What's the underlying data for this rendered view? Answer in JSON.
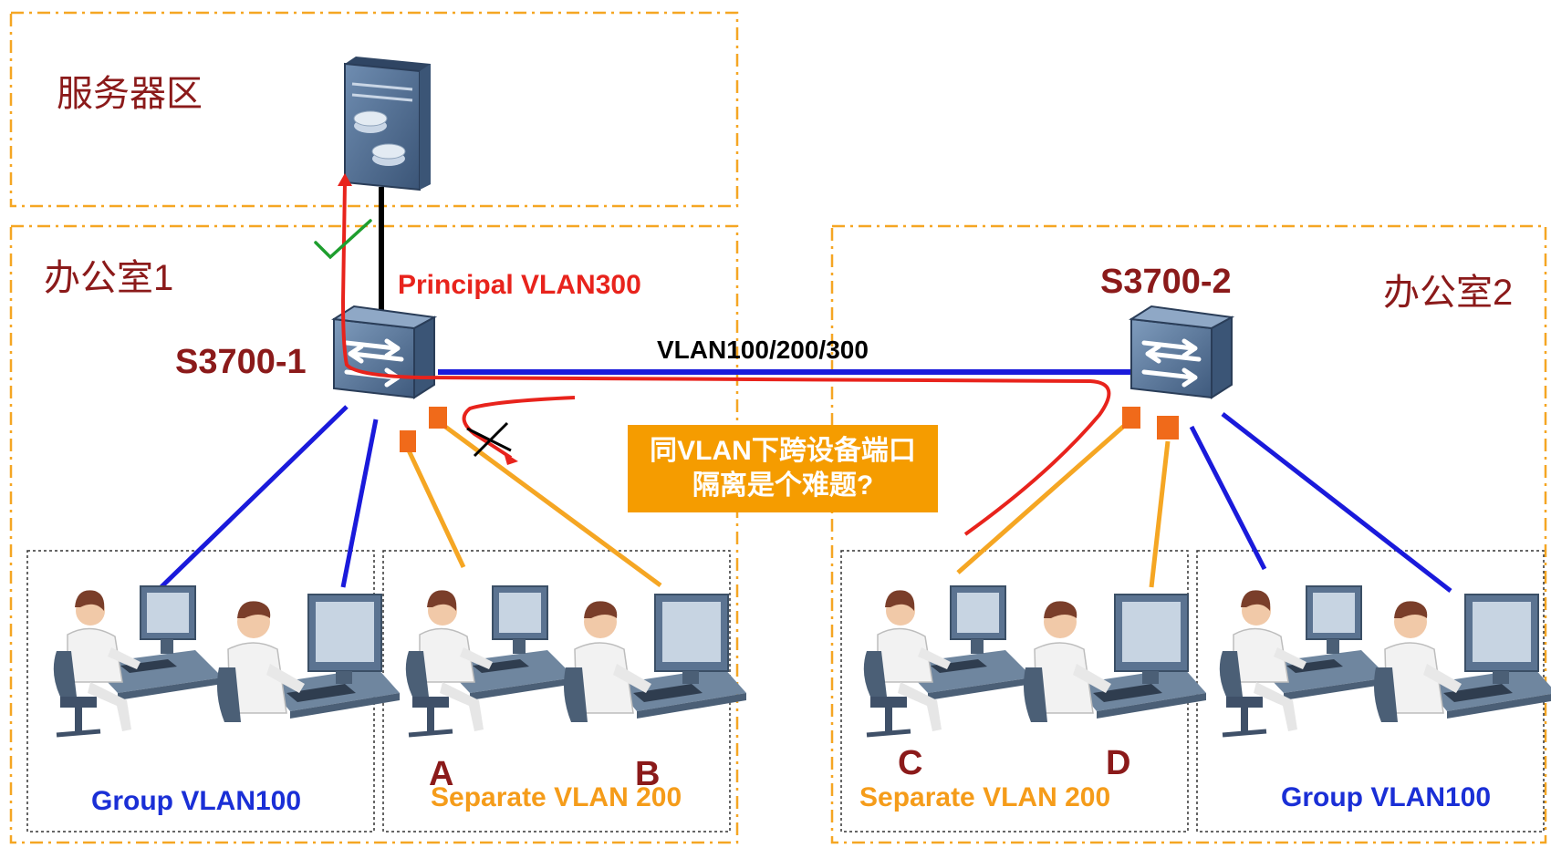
{
  "zones": {
    "server_area": "服务器区",
    "office1": "办公室1",
    "office2": "办公室2"
  },
  "switches": {
    "s1": "S3700-1",
    "s2": "S3700-2"
  },
  "links": {
    "principal_vlan": "Principal VLAN300",
    "trunk_vlans": "VLAN100/200/300"
  },
  "groups": {
    "office1_group": "Group VLAN100",
    "office1_separate": "Separate VLAN 200",
    "office2_separate": "Separate VLAN 200",
    "office2_group": "Group VLAN100"
  },
  "pcs": {
    "a": "A",
    "b": "B",
    "c": "C",
    "d": "D"
  },
  "note": "同VLAN下跨设备端口隔离是个难题?",
  "colors": {
    "zone_border": "#f5a623",
    "group_link": "#1a1adb",
    "separate_link": "#f5a623",
    "allowed_path": "#e8231c",
    "check": "#1e9e2e",
    "note_bg": "#f59c00",
    "label_dark_red": "#8b1a1a",
    "device_blue": "#4d6a8e"
  },
  "icons": [
    "server-icon",
    "switch-icon",
    "workstation-icon",
    "check-icon",
    "cross-icon",
    "port-icon"
  ]
}
